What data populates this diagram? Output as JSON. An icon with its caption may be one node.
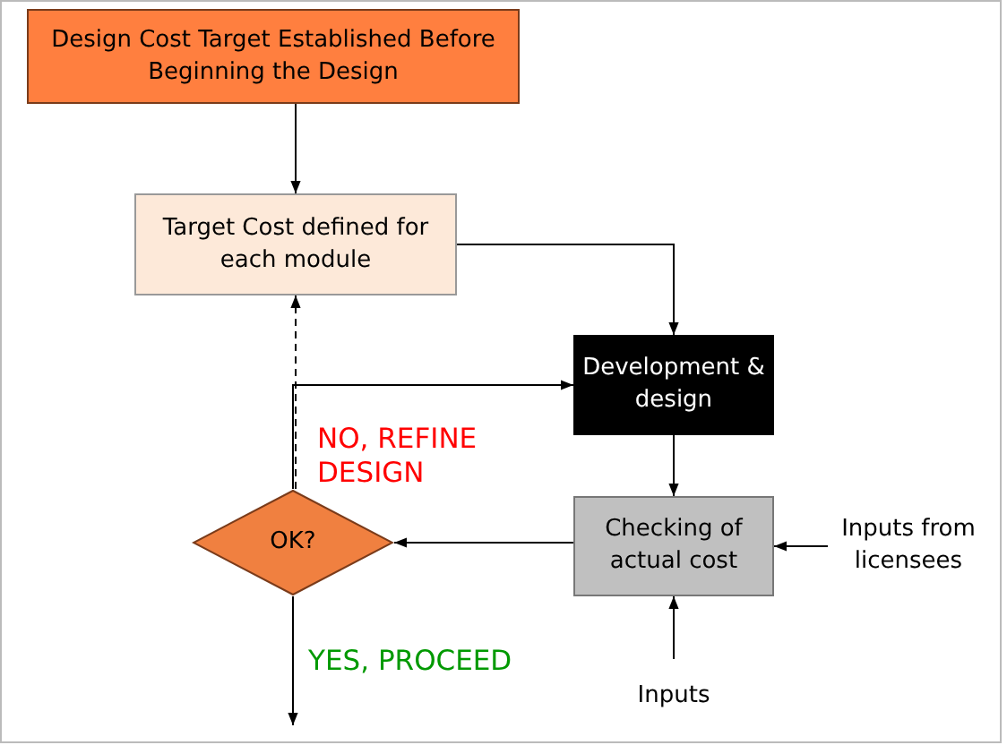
{
  "diagram": {
    "nodes": [
      {
        "text": [
          "Design Cost Target Established Before Beginning the Design"
        ]
      },
      {
        "text": [
          "Target Cost defined for each module"
        ]
      },
      {
        "text": [
          "Development & design"
        ]
      },
      {
        "text": [
          "Checking of actual cost"
        ]
      },
      {
        "text": [
          "OK?"
        ]
      },
      {
        "text": [
          "Inputs from licensees"
        ]
      },
      {
        "text": [
          "Inputs"
        ]
      }
    ],
    "edges": [
      {
        "from": 0,
        "to": 1,
        "arrow": "to"
      },
      {
        "from": 1,
        "to": 2,
        "arrow": "to"
      },
      {
        "from": 2,
        "to": 3,
        "arrow": "to"
      },
      {
        "from": 3,
        "to": 4,
        "arrow": "to"
      },
      {
        "from": 5,
        "to": 3,
        "arrow": "to"
      },
      {
        "from": 6,
        "to": 3,
        "arrow": "to"
      },
      {
        "from": 4,
        "to": 2,
        "arrow": "to",
        "label": "NO, REFINE DESIGN"
      },
      {
        "from": 4,
        "to": 1,
        "arrow": "to",
        "style": "dashed"
      },
      {
        "from": 4,
        "to": null,
        "arrow": "to",
        "label": "YES, PROCEED"
      }
    ]
  }
}
